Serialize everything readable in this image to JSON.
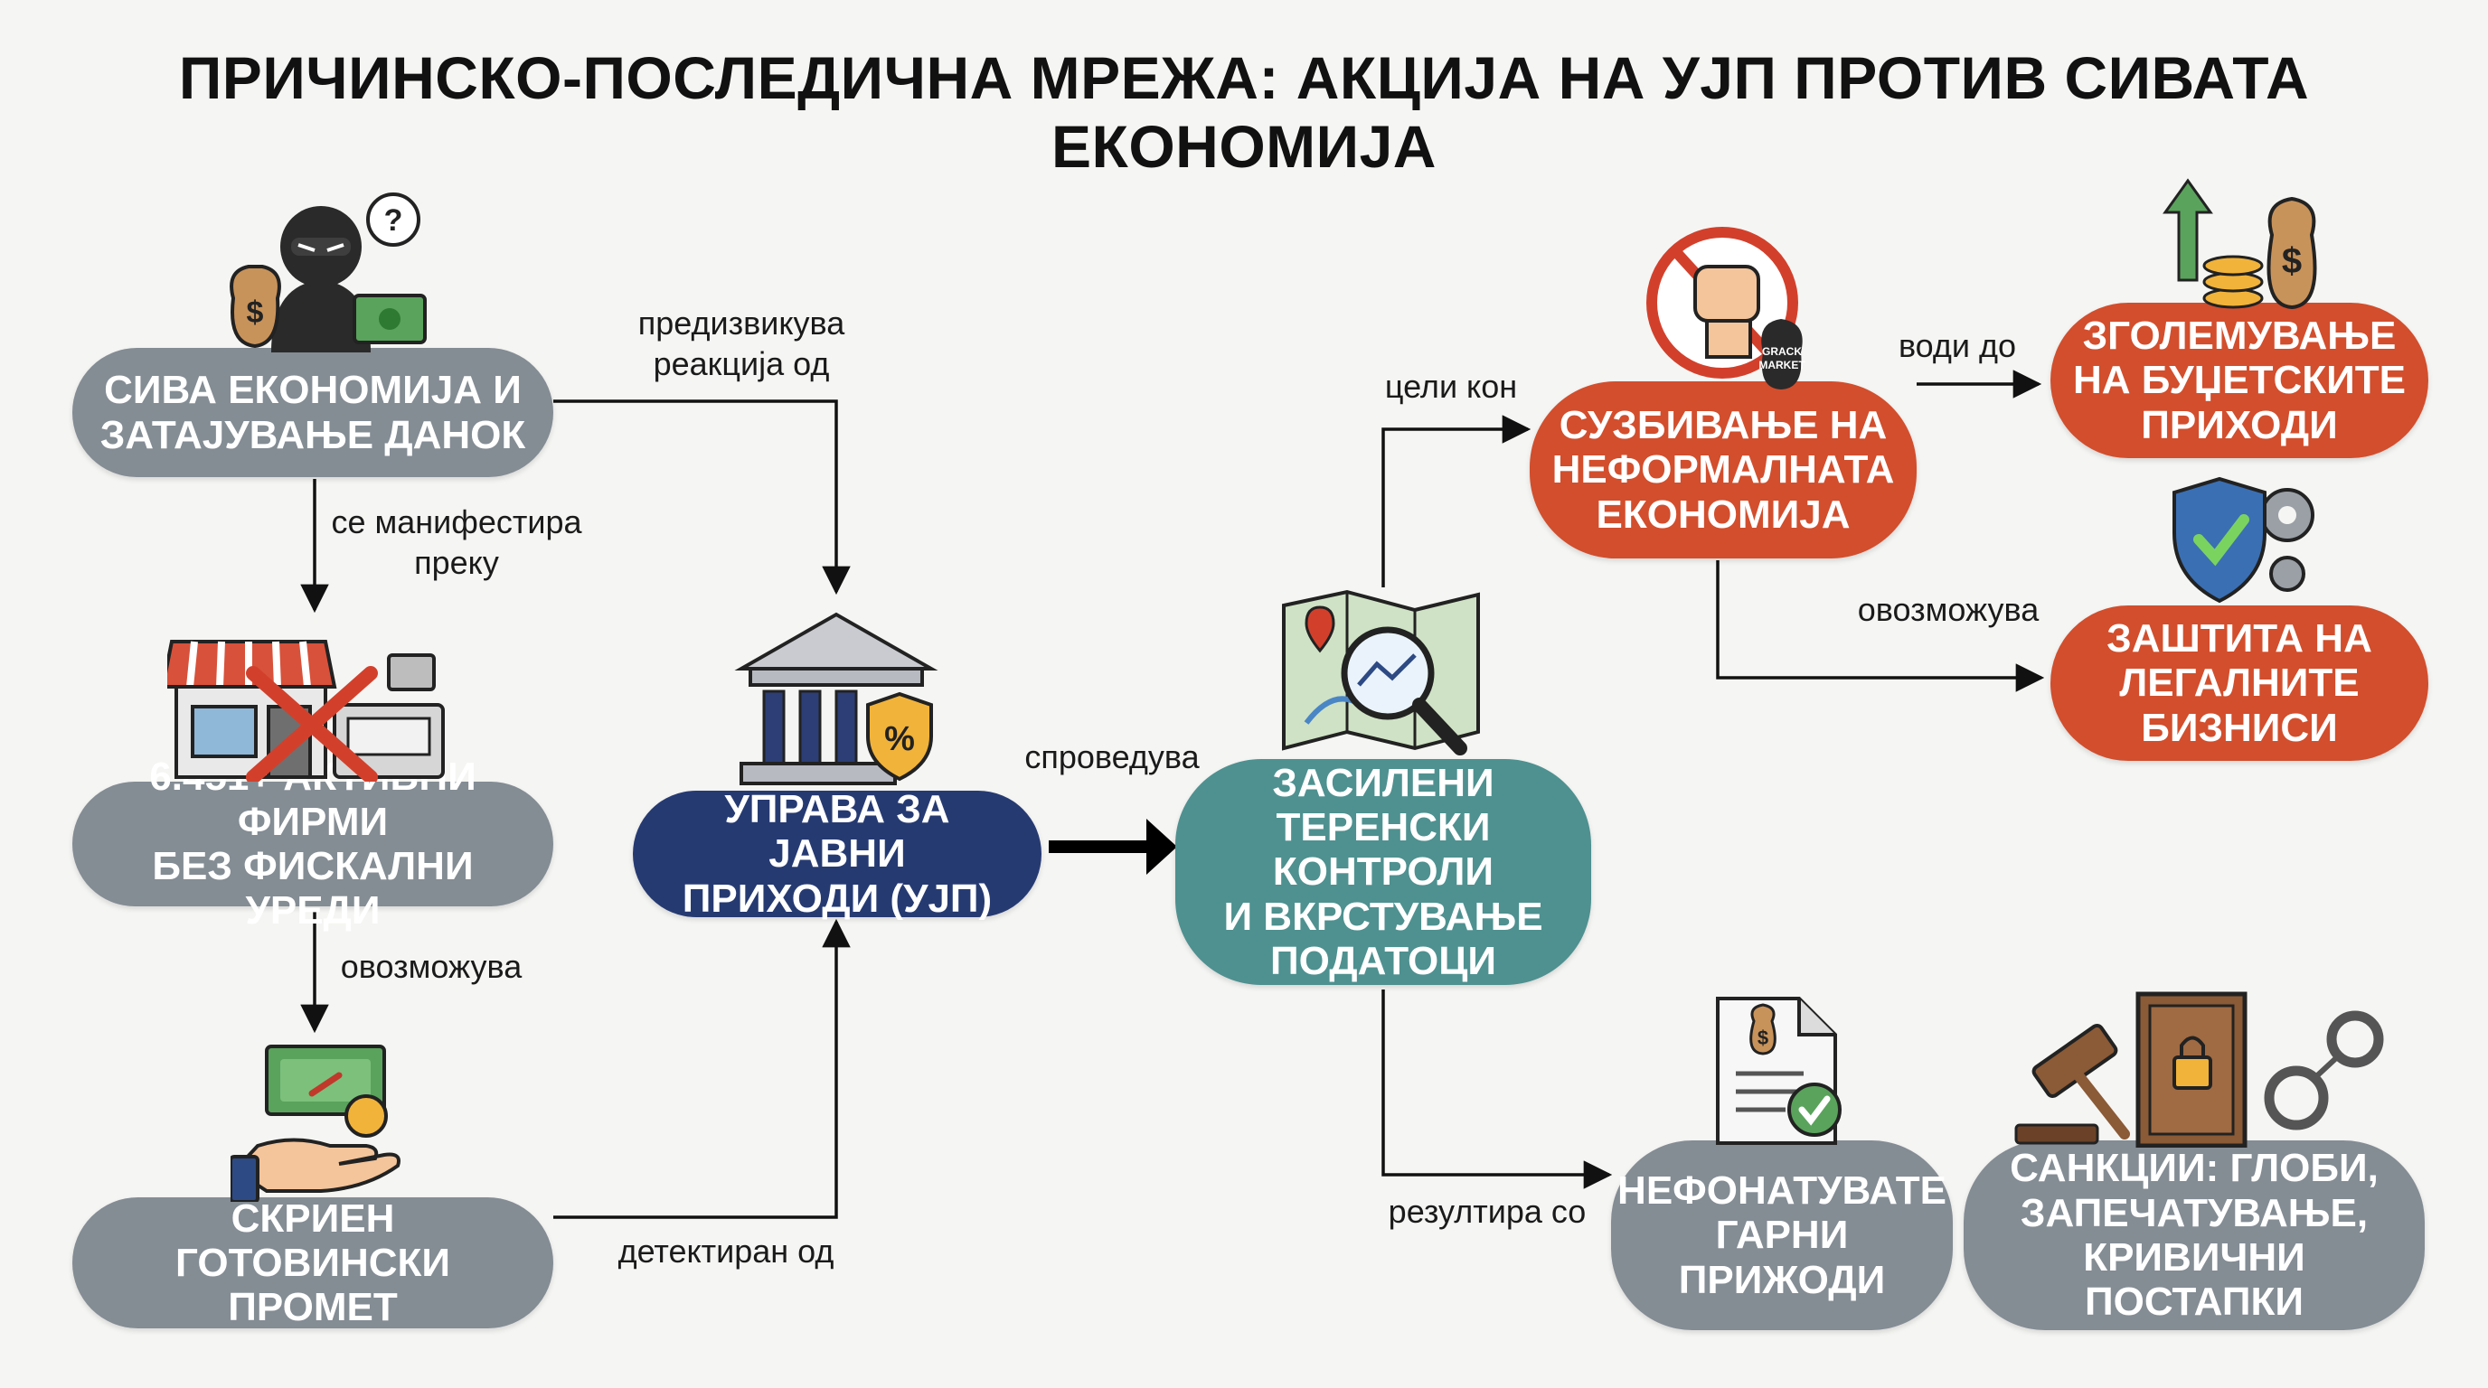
{
  "title": "ПРИЧИНСКО-ПОСЛЕДИЧНА МРЕЖА: АКЦИЈА НА УЈП ПРОТИВ СИВАТА ЕКОНОМИЈА",
  "nodes": {
    "shadow_economy": {
      "line1": "СИВА ЕКОНОМИЈА И",
      "line2": "ЗАТАЈУВАЊЕ ДАНОК"
    },
    "firms": {
      "line1": "6.451+ АКТИВНИ ФИРМИ",
      "line2": "БЕЗ ФИСКАЛНИ УРЕДИ"
    },
    "cash": {
      "line1": "СКРИЕН ГОТОВИНСКИ",
      "line2": "ПРОМЕТ"
    },
    "ujp": {
      "line1": "УПРАВА ЗА ЈАВНИ",
      "line2": "ПРИХОДИ (УЈП)"
    },
    "controls": {
      "line1": "ЗАСИЛЕНИ",
      "line2": "ТЕРЕНСКИ КОНТРОЛИ",
      "line3": "И ВКРСТУВАЊЕ",
      "line4": "ПОДАТОЦИ"
    },
    "suppress": {
      "line1": "СУЗБИВАЊЕ НА",
      "line2": "НЕФОРМАЛНАТА",
      "line3": "ЕКОНОМИЈА"
    },
    "budget": {
      "line1": "ЗГОЛЕМУВАЊЕ",
      "line2": "НА БУЏЕТСКИТЕ",
      "line3": "ПРИХОДИ"
    },
    "protect": {
      "line1": "ЗАШТИТА НА",
      "line2": "ЛЕГАЛНИТЕ",
      "line3": "БИЗНИСИ"
    },
    "undeclared": {
      "line1": "НЕФОНАТУВАТЕ",
      "line2": "ГАРНИ",
      "line3": "ПРИЖОДИ"
    },
    "sanctions": {
      "line1": "САНКЦИИ: ГЛОБИ,",
      "line2": "ЗАПЕЧАТУВАЊЕ,",
      "line3": "КРИВИЧНИ ПОСТАПКИ"
    }
  },
  "edges": {
    "causes_reaction": {
      "line1": "предизвикува",
      "line2": "реакција од"
    },
    "manifests": {
      "line1": "се манифестира",
      "line2": "преку"
    },
    "enables_1": "овозможува",
    "detected_by": "детектиран од",
    "implements": "спроведува",
    "targets": "цели кон",
    "leads_to": "води до",
    "enables_2": "овозможува",
    "results_in": "резултира со"
  },
  "icon_text": {
    "black_market_line1": "GRACK",
    "black_market_line2": "MARKET",
    "money_symbol": "$",
    "percent": "%"
  },
  "colors": {
    "grey": "#848c94",
    "navy": "#263a72",
    "teal": "#4e9190",
    "orange": "#d24e2d",
    "background": "#f5f5f3"
  }
}
